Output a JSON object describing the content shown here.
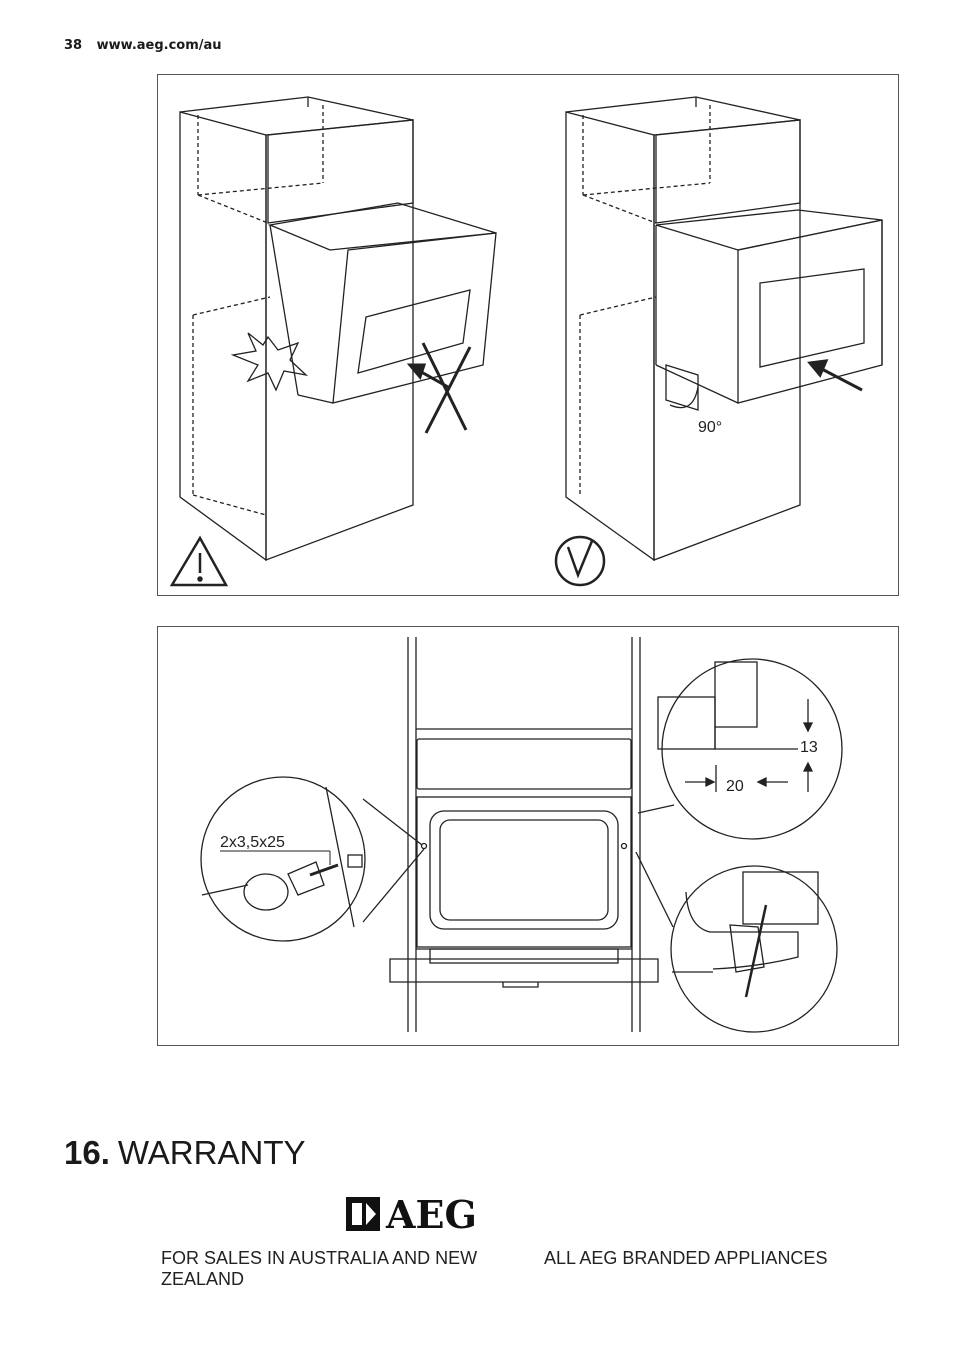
{
  "header": {
    "page_number": "38",
    "url": "www.aeg.com/au"
  },
  "figure_install": {
    "angle_label": "90°"
  },
  "figure_fixing": {
    "screw_label": "2x3,5x25",
    "dim_vertical": "13",
    "dim_horizontal": "20"
  },
  "section": {
    "number": "16.",
    "title": "WARRANTY"
  },
  "logo": {
    "brand_text": "AEG"
  },
  "columns": {
    "left": "FOR SALES IN AUSTRALIA AND NEW ZEALAND",
    "right": "ALL AEG BRANDED APPLIANCES"
  }
}
